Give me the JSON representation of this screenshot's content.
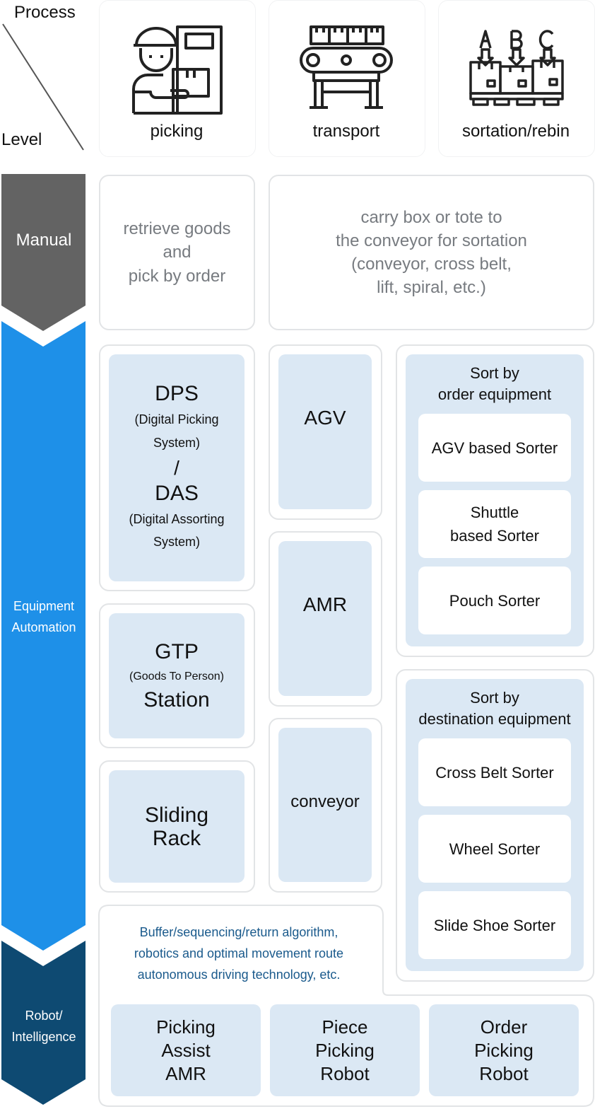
{
  "header": {
    "process_label": "Process",
    "level_label": "Level",
    "columns": [
      "picking",
      "transport",
      "sortation/rebin"
    ],
    "icons": [
      "worker-picking-icon",
      "conveyor-icon",
      "sortation-abc-icon"
    ]
  },
  "levels": {
    "manual": "Manual",
    "equipment_line1": "Equipment",
    "equipment_line2": "Automation",
    "robot_line1": "Robot/",
    "robot_line2": "Intelligence"
  },
  "manual": {
    "picking_lines": [
      "retrieve goods",
      "and",
      "pick by order"
    ],
    "transport_lines": [
      "carry box or tote to",
      "the conveyor for sortation",
      "(conveyor, cross belt,",
      "lift, spiral, etc.)"
    ]
  },
  "equipment": {
    "dps": "DPS",
    "dps_sub_line1": "(Digital Picking",
    "dps_sub_line2": "System)",
    "slash": "/",
    "das": "DAS",
    "das_sub_line1": "(Digital Assorting",
    "das_sub_line2": "System)",
    "gtp": "GTP",
    "gtp_sub": "(Goods To Person)",
    "gtp_station": "Station",
    "sliding_line1": "Sliding",
    "sliding_line2": "Rack",
    "agv": "AGV",
    "amr": "AMR",
    "conveyor": "conveyor",
    "sort_order_line1": "Sort by",
    "sort_order_line2": "order equipment",
    "sort_order_items": [
      "AGV based Sorter",
      "Shuttle\nbased Sorter",
      "Pouch Sorter"
    ],
    "sort_dest_line1": "Sort by",
    "sort_dest_line2": "destination equipment",
    "sort_dest_items": [
      "Cross Belt Sorter",
      "Wheel Sorter",
      "Slide Shoe Sorter"
    ]
  },
  "robot": {
    "algorithm_lines": [
      "Buffer/sequencing/return algorithm,",
      "robotics and optimal movement route",
      "autonomous driving technology, etc."
    ],
    "items": [
      [
        "Picking",
        "Assist",
        "AMR"
      ],
      [
        "Piece",
        "Picking",
        "Robot"
      ],
      [
        "Order",
        "Picking",
        "Robot"
      ]
    ]
  },
  "colors": {
    "manual_arrow": "#636363",
    "equipment_arrow": "#1e90e8",
    "robot_arrow": "#0e4a72",
    "box_blue": "#dbe8f4",
    "algorithm_text": "#1a5a8c"
  }
}
